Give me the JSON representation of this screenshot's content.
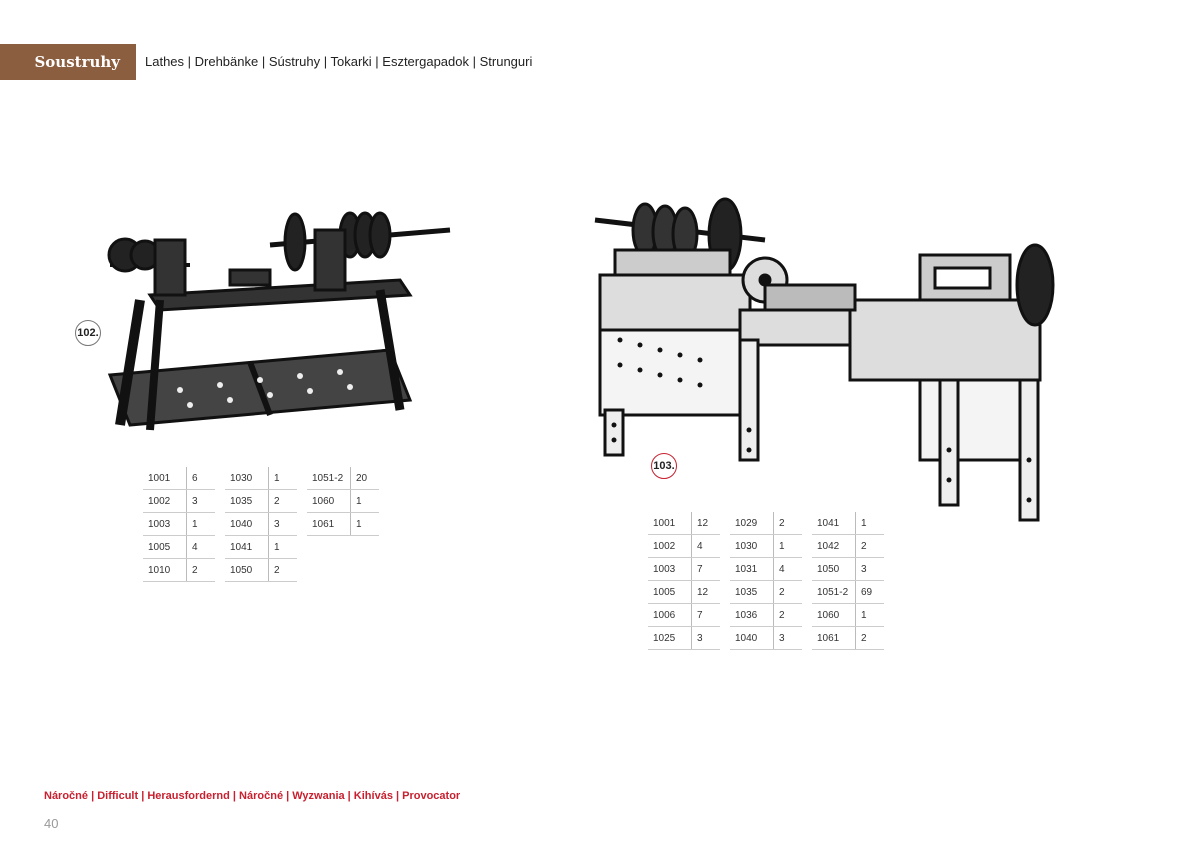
{
  "header": {
    "title": "Soustruhy",
    "subtitle": "Lathes | Drehbänke | Sústruhy | Tokarki | Esztergapadok | Strunguri"
  },
  "models": [
    {
      "number": "102.",
      "parts": [
        [
          [
            "1001",
            "6"
          ],
          [
            "1002",
            "3"
          ],
          [
            "1003",
            "1"
          ],
          [
            "1005",
            "4"
          ],
          [
            "1010",
            "2"
          ]
        ],
        [
          [
            "1030",
            "1"
          ],
          [
            "1035",
            "2"
          ],
          [
            "1040",
            "3"
          ],
          [
            "1041",
            "1"
          ],
          [
            "1050",
            "2"
          ]
        ],
        [
          [
            "1051-2",
            "20"
          ],
          [
            "1060",
            "1"
          ],
          [
            "1061",
            "1"
          ]
        ]
      ]
    },
    {
      "number": "103.",
      "parts": [
        [
          [
            "1001",
            "12"
          ],
          [
            "1002",
            "4"
          ],
          [
            "1003",
            "7"
          ],
          [
            "1005",
            "12"
          ],
          [
            "1006",
            "7"
          ],
          [
            "1025",
            "3"
          ]
        ],
        [
          [
            "1029",
            "2"
          ],
          [
            "1030",
            "1"
          ],
          [
            "1031",
            "4"
          ],
          [
            "1035",
            "2"
          ],
          [
            "1036",
            "2"
          ],
          [
            "1040",
            "3"
          ]
        ],
        [
          [
            "1041",
            "1"
          ],
          [
            "1042",
            "2"
          ],
          [
            "1050",
            "3"
          ],
          [
            "1051-2",
            "69"
          ],
          [
            "1060",
            "1"
          ],
          [
            "1061",
            "2"
          ]
        ]
      ]
    }
  ],
  "footer": {
    "difficulty": "Náročné | Difficult | Herausfordernd | Náročné | Wyzwania | Kihívás | Provocator",
    "page_number": "40"
  },
  "colors": {
    "brand": "#8b5e3f",
    "accent_red": "#c8202f"
  }
}
